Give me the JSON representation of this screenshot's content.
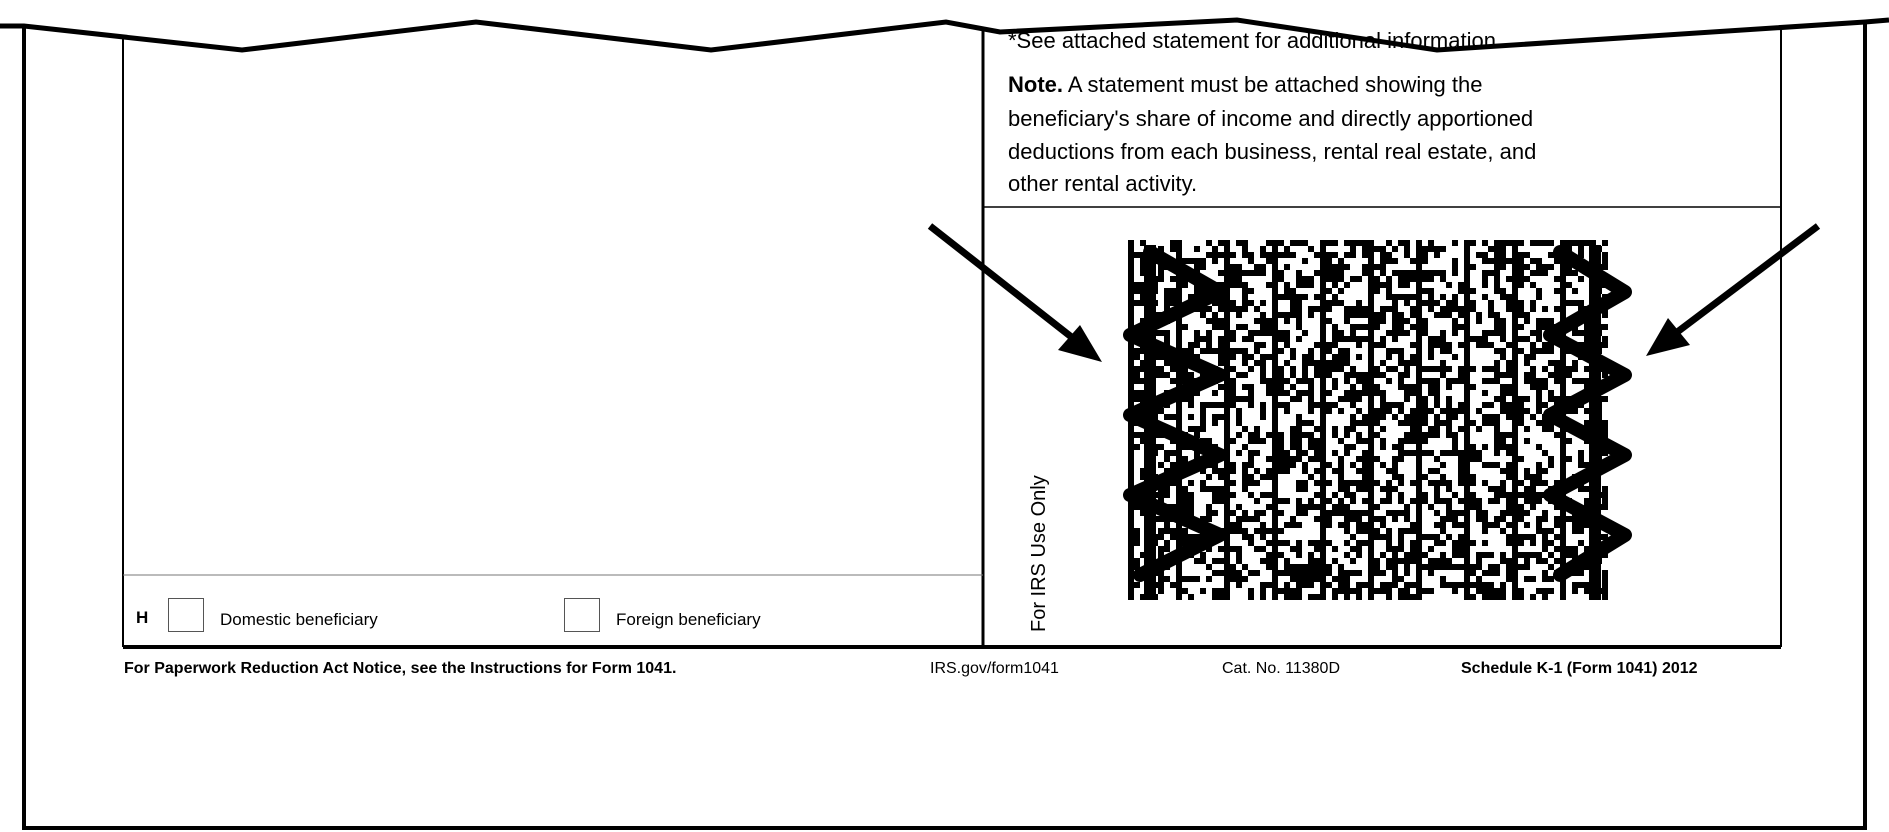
{
  "notes": {
    "see_attached": "*See attached statement for additional information.",
    "note_bold": "Note.",
    "note_lines": [
      " A statement must be attached showing the",
      "beneficiary's share of income and directly apportioned",
      "deductions from each business, rental real estate, and",
      "other rental activity."
    ]
  },
  "irs_use_label": "For IRS Use Only",
  "section_h": {
    "letter": "H",
    "option_domestic": "Domestic beneficiary",
    "option_foreign": "Foreign beneficiary"
  },
  "footer": {
    "paperwork": "For Paperwork Reduction Act Notice, see the Instructions for Form 1041.",
    "url": "IRS.gov/form1041",
    "cat_no": "Cat. No. 11380D",
    "form_id": "Schedule K-1 (Form 1041) 2012"
  }
}
